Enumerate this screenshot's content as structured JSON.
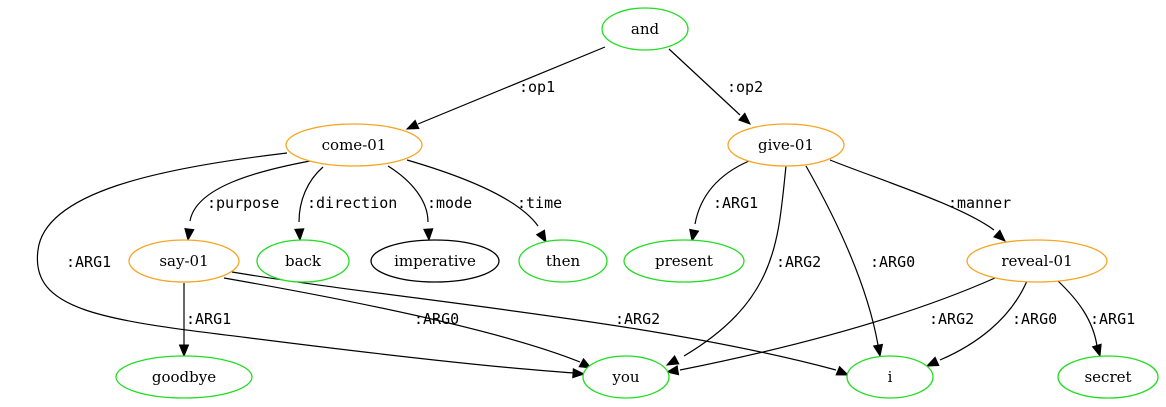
{
  "diagram": {
    "type": "AMR graph",
    "colors": {
      "concept_node": "#f5a623",
      "leaf_node": "#22dd22",
      "plain_node": "#000000",
      "edge": "#000000"
    },
    "nodes": [
      {
        "id": "and",
        "label": "and",
        "kind": "leaf"
      },
      {
        "id": "come01",
        "label": "come-01",
        "kind": "concept"
      },
      {
        "id": "give01",
        "label": "give-01",
        "kind": "concept"
      },
      {
        "id": "say01",
        "label": "say-01",
        "kind": "concept"
      },
      {
        "id": "back",
        "label": "back",
        "kind": "leaf"
      },
      {
        "id": "imperative",
        "label": "imperative",
        "kind": "plain"
      },
      {
        "id": "then",
        "label": "then",
        "kind": "leaf"
      },
      {
        "id": "present",
        "label": "present",
        "kind": "leaf"
      },
      {
        "id": "reveal01",
        "label": "reveal-01",
        "kind": "concept"
      },
      {
        "id": "goodbye",
        "label": "goodbye",
        "kind": "leaf"
      },
      {
        "id": "you",
        "label": "you",
        "kind": "leaf"
      },
      {
        "id": "i",
        "label": "i",
        "kind": "leaf"
      },
      {
        "id": "secret",
        "label": "secret",
        "kind": "leaf"
      }
    ],
    "edges": [
      {
        "id": "e1",
        "from": "and",
        "to": "come01",
        "label": ":op1"
      },
      {
        "id": "e2",
        "from": "and",
        "to": "give01",
        "label": ":op2"
      },
      {
        "id": "e3",
        "from": "come01",
        "to": "say01",
        "label": ":purpose"
      },
      {
        "id": "e4",
        "from": "come01",
        "to": "back",
        "label": ":direction"
      },
      {
        "id": "e5",
        "from": "come01",
        "to": "imperative",
        "label": ":mode"
      },
      {
        "id": "e6",
        "from": "come01",
        "to": "then",
        "label": ":time"
      },
      {
        "id": "e7",
        "from": "come01",
        "to": "you",
        "label": ":ARG1"
      },
      {
        "id": "e8",
        "from": "give01",
        "to": "present",
        "label": ":ARG1"
      },
      {
        "id": "e9",
        "from": "give01",
        "to": "you",
        "label": ":ARG2"
      },
      {
        "id": "e10",
        "from": "give01",
        "to": "i",
        "label": ":ARG0"
      },
      {
        "id": "e11",
        "from": "give01",
        "to": "reveal01",
        "label": ":manner"
      },
      {
        "id": "e12",
        "from": "say01",
        "to": "goodbye",
        "label": ":ARG1"
      },
      {
        "id": "e13",
        "from": "say01",
        "to": "you",
        "label": ":ARG0"
      },
      {
        "id": "e14",
        "from": "say01",
        "to": "i",
        "label": ":ARG2"
      },
      {
        "id": "e15",
        "from": "reveal01",
        "to": "you",
        "label": ":ARG2"
      },
      {
        "id": "e16",
        "from": "reveal01",
        "to": "i",
        "label": ":ARG0"
      },
      {
        "id": "e17",
        "from": "reveal01",
        "to": "secret",
        "label": ":ARG1"
      }
    ]
  }
}
